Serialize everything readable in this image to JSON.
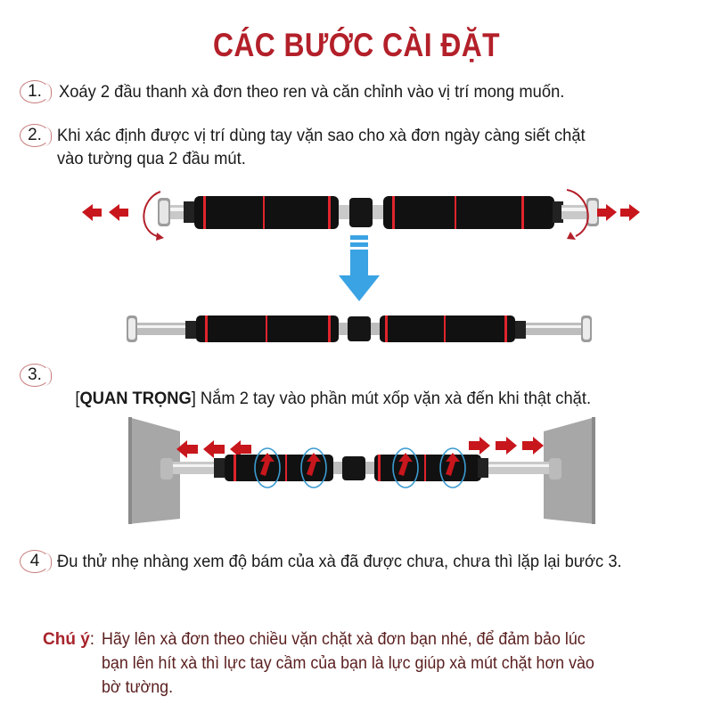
{
  "title": "CÁC BƯỚC CÀI ĐẶT",
  "steps": [
    {
      "number": "1.",
      "text": "Xoáy 2 đầu thanh xà đơn theo ren và căn chỉnh vào vị trí mong muốn."
    },
    {
      "number": "2.",
      "line1": "Khi xác định được vị trí dùng tay vặn sao cho xà đơn ngày càng siết chặt",
      "line2": "vào tường qua 2 đầu mút."
    },
    {
      "number": "3.",
      "bracket_open": "[",
      "emphasis": "QUAN TRỌNG",
      "bracket_close": "]",
      "text": " Nắm 2 tay vào phần mút xốp vặn xà đến khi thật chặt."
    },
    {
      "number": "4",
      "text": "Đu thử nhẹ nhàng xem độ bám của xà đã được chưa, chưa thì lặp lại bước 3."
    }
  ],
  "note": {
    "label": "Chú ý",
    "colon": ":",
    "line1": "Hãy lên xà đơn theo chiều vặn chặt xà đơn bạn nhé, để đảm bảo lúc",
    "line2": "bạn lên hít xà thì lực tay cầm của bạn là lực giúp xà mút chặt hơn vào",
    "line3": "bờ tường."
  },
  "colors": {
    "title_red": "#b3202a",
    "arrow_red": "#c8161d",
    "arrow_blue": "#3aa3e3",
    "foam_black": "#111111",
    "ring_red": "#e0242c",
    "wall_gray": "#a7a7a7"
  },
  "illustrations": {
    "diagram1": "pull-up-bar-twist-ends-outward",
    "diagram2": "pull-up-bar-assembled",
    "diagram3": "pull-up-bar-mounted-between-walls"
  }
}
